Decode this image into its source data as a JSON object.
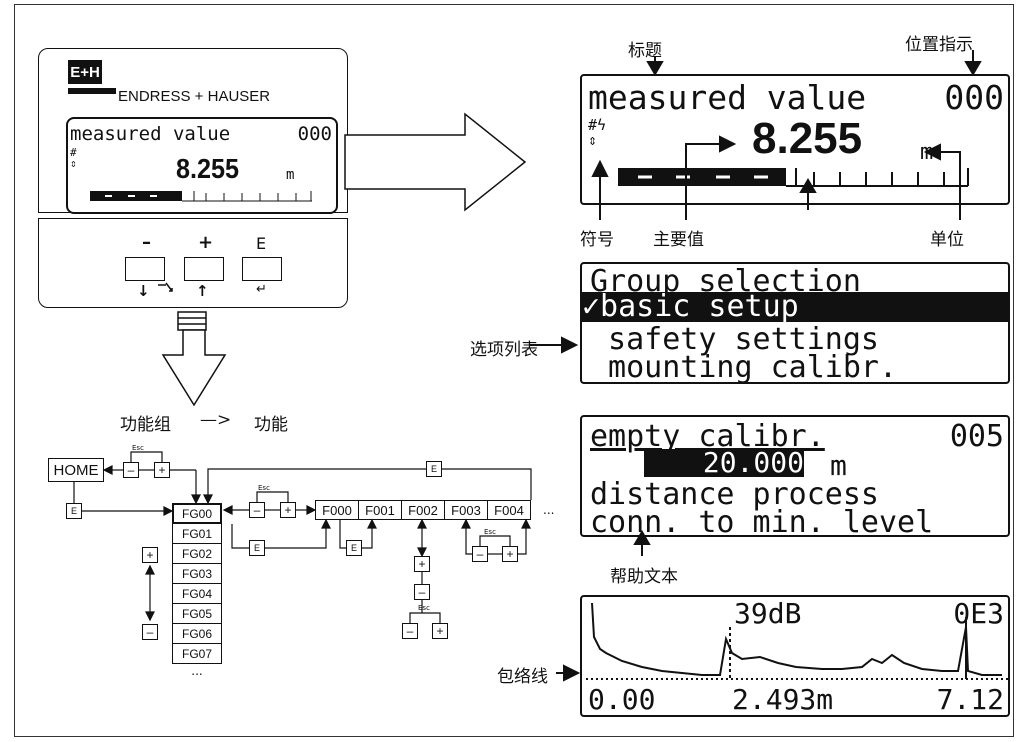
{
  "device": {
    "brand_mark": "E+H",
    "brand_name": "ENDRESS + HAUSER",
    "display_title": "measured value",
    "display_position": "000",
    "display_symbols": "#\n⇕",
    "display_value": "8.255",
    "display_unit": "m",
    "keys": [
      {
        "label": "–",
        "sub": "↓"
      },
      {
        "label": "+",
        "sub": "↑"
      },
      {
        "label": "E",
        "sub": "↵"
      }
    ]
  },
  "annotations": {
    "title": "标题",
    "position": "位置指示",
    "symbol": "符号",
    "main_value": "主要值",
    "unit": "单位",
    "option_list": "选项列表",
    "help_text": "帮助文本",
    "envelope": "包络线",
    "func_group": "功能组",
    "arrow": "—>",
    "function": "功能"
  },
  "screen_home": {
    "title": "measured value",
    "position": "000",
    "value": "8.255",
    "unit": "m",
    "symbols": "#ϟ\n⇕"
  },
  "screen_group": {
    "lines": [
      "Group selection",
      "✓basic setup",
      " safety settings",
      " mounting calibr."
    ]
  },
  "screen_function": {
    "line1": "empty calibr.",
    "position": "005",
    "value": "20.000",
    "unit": "m",
    "line3": "distance process",
    "line4": "conn. to min. level"
  },
  "screen_envelope": {
    "db": "39dB",
    "code": "0E3",
    "x_start": "0.00",
    "x_mid": "2.493m",
    "x_end": "7.12"
  },
  "menu": {
    "home": "HOME",
    "esc": "Esc",
    "minus": "–",
    "plus": "+",
    "e": "E",
    "groups": [
      "FG00",
      "FG01",
      "FG02",
      "FG03",
      "FG04",
      "FG05",
      "FG06",
      "FG07",
      "..."
    ],
    "functions": [
      "F000",
      "F001",
      "F002",
      "F003",
      "F004",
      "..."
    ]
  },
  "colors": {
    "ink": "#111111",
    "background": "#ffffff"
  }
}
